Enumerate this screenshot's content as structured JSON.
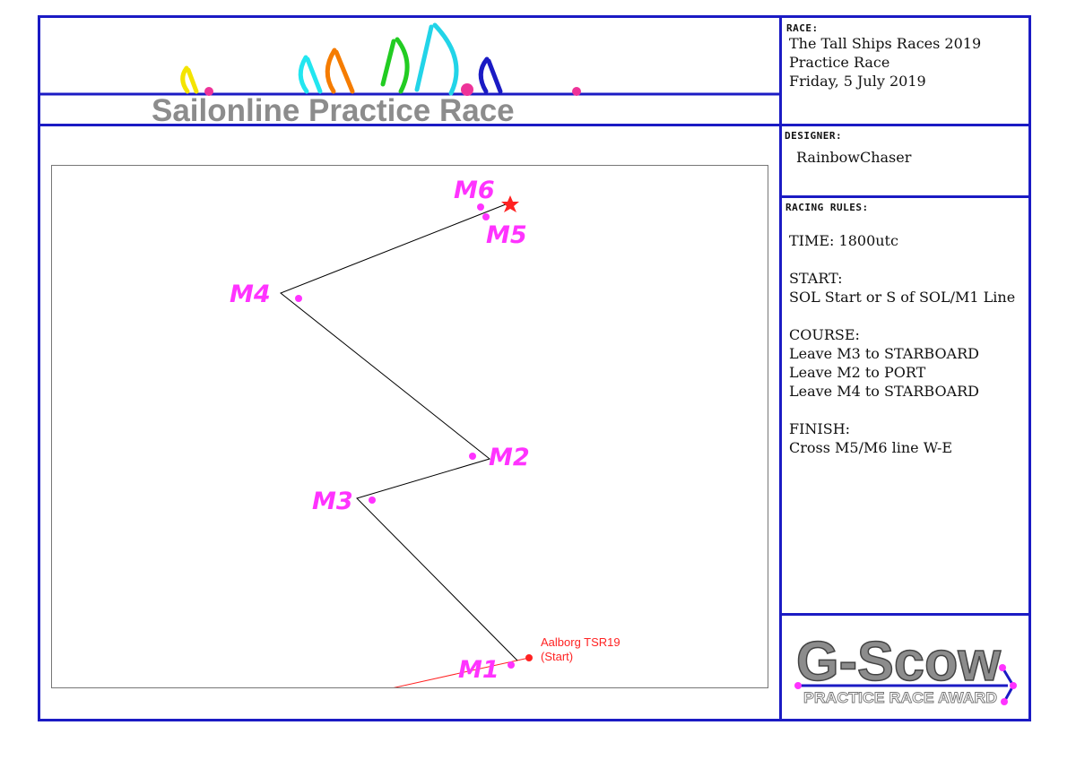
{
  "header": {
    "title": "Sailonline Practice Race"
  },
  "race": {
    "heading": "RACE:",
    "lines": [
      "The Tall Ships Races 2019",
      "Practice Race",
      "Friday, 5 July 2019"
    ]
  },
  "designer": {
    "heading": "DESIGNER:",
    "name": "RainbowChaser"
  },
  "rules": {
    "heading": "RACING RULES:",
    "time": "TIME: 1800utc",
    "start_heading": "START:",
    "start_text": "SOL Start or S of SOL/M1 Line",
    "course_heading": "COURSE:",
    "course_lines": [
      "Leave M3 to STARBOARD",
      "Leave M2 to PORT",
      "Leave M4 to STARBOARD"
    ],
    "finish_heading": "FINISH:",
    "finish_text": "Cross M5/M6 line W-E"
  },
  "map": {
    "marks": [
      "M1",
      "M2",
      "M3",
      "M4",
      "M5",
      "M6"
    ],
    "start_label_line1": "Aalborg TSR19",
    "start_label_line2": "(Start)",
    "colors": {
      "mark": "#ff33ff",
      "start": "#ff2222",
      "route": "#000000"
    }
  },
  "award": {
    "title": "G-Scow",
    "subtitle": "PRACTICE RACE AWARD"
  },
  "colors": {
    "frame": "#1b1bc4",
    "title_gray": "#8c8c8c"
  }
}
